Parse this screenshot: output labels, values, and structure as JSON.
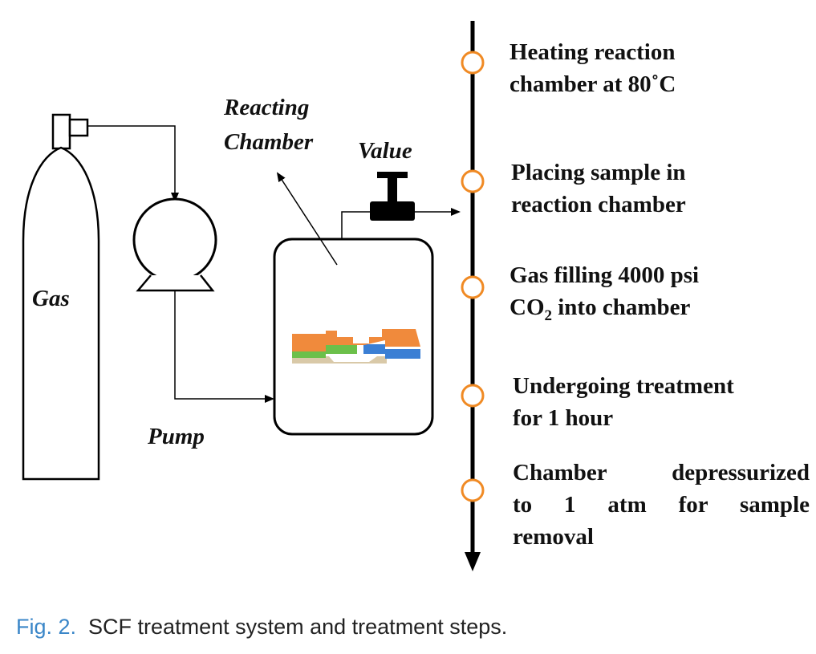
{
  "labels": {
    "gas": "Gas",
    "pump": "Pump",
    "chamber_line1": "Reacting",
    "chamber_line2": "Chamber",
    "valve": "Value"
  },
  "steps": [
    {
      "lines": [
        "Heating reaction",
        "chamber at 80˚C"
      ]
    },
    {
      "lines": [
        "Placing sample in",
        "reaction chamber"
      ]
    },
    {
      "line1": "Gas filling 4000 psi",
      "line2_pre": "CO",
      "line2_sub": "2",
      "line2_post": "into chamber"
    },
    {
      "lines": [
        "Undergoing treatment",
        "for 1 hour"
      ]
    },
    {
      "lines": [
        "Chamber depressurized",
        "to 1 atm for sample",
        "removal"
      ]
    }
  ],
  "caption": {
    "number": "Fig. 2.",
    "text": "SCF treatment system and treatment steps."
  },
  "colors": {
    "line": "#000000",
    "step_marker": "#f08a24",
    "caption_number": "#3a86c8",
    "sample_top": "#f08a3c",
    "sample_green": "#6cc04a",
    "sample_blue": "#3b7fd4",
    "sample_base": "#d9c9a8"
  }
}
